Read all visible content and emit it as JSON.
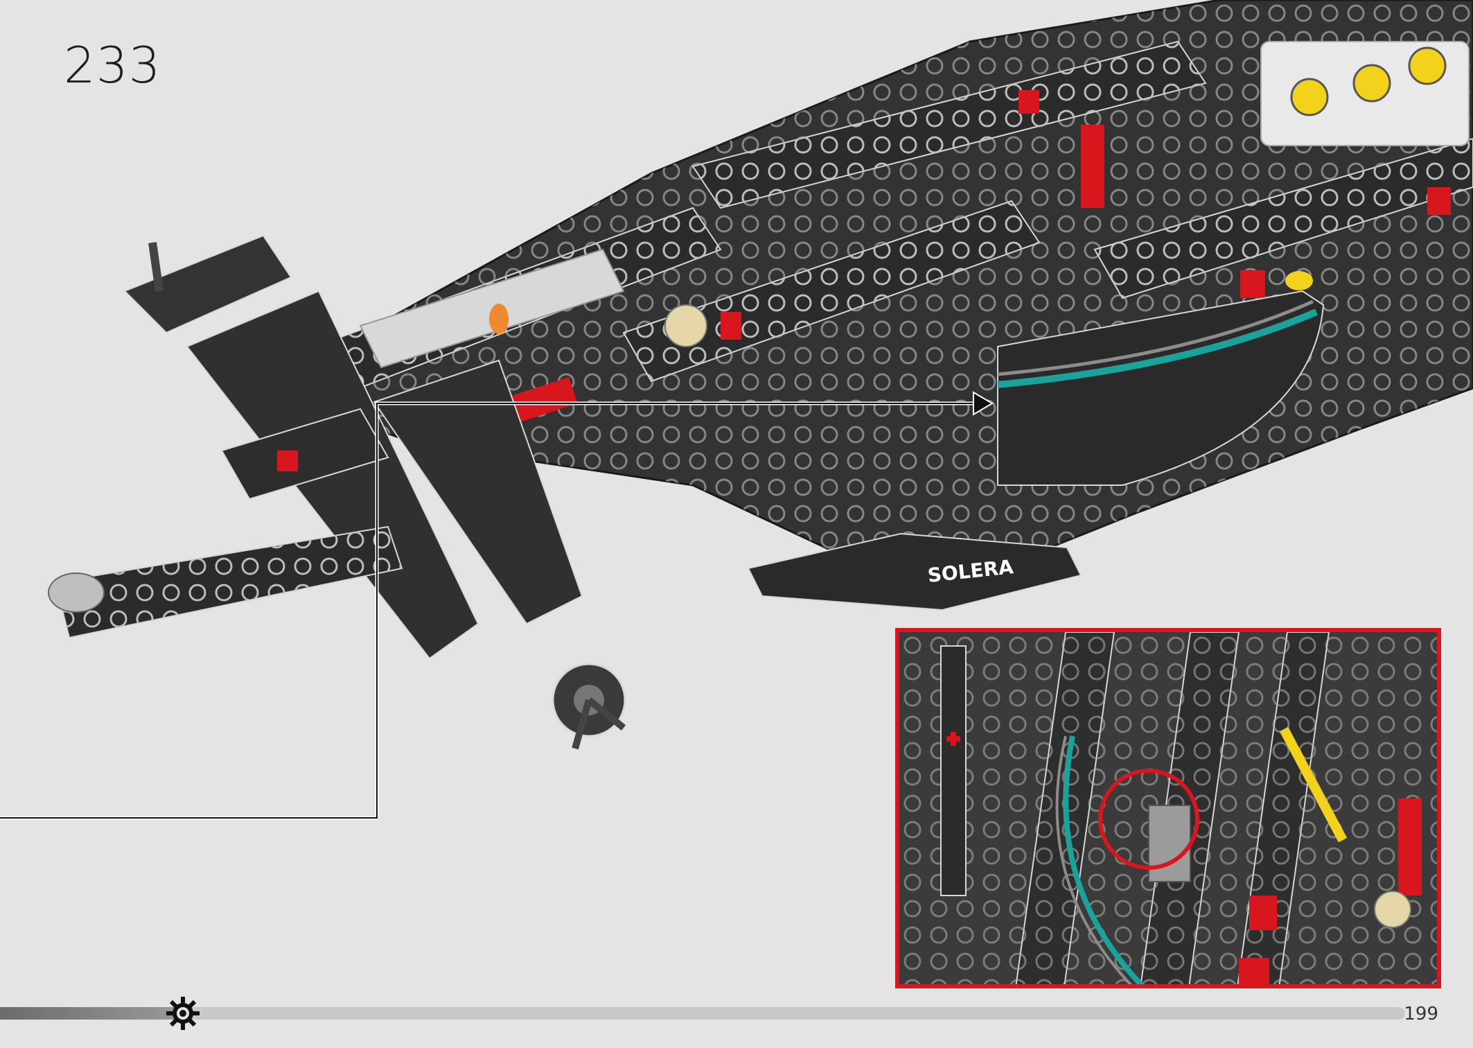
{
  "step": {
    "number": "233"
  },
  "page": {
    "number": "199"
  },
  "progress": {
    "fraction": 0.13
  },
  "decals": {
    "sponsor_text": "SOLERA"
  },
  "colors": {
    "background": "#e4e4e4",
    "part_black": "#2f2f2f",
    "part_red": "#d7161e",
    "part_teal": "#1aa39a",
    "callout_border": "#d7161e",
    "part_yellow": "#f2d21b"
  },
  "icons": {
    "progress_marker": "gear-icon"
  }
}
